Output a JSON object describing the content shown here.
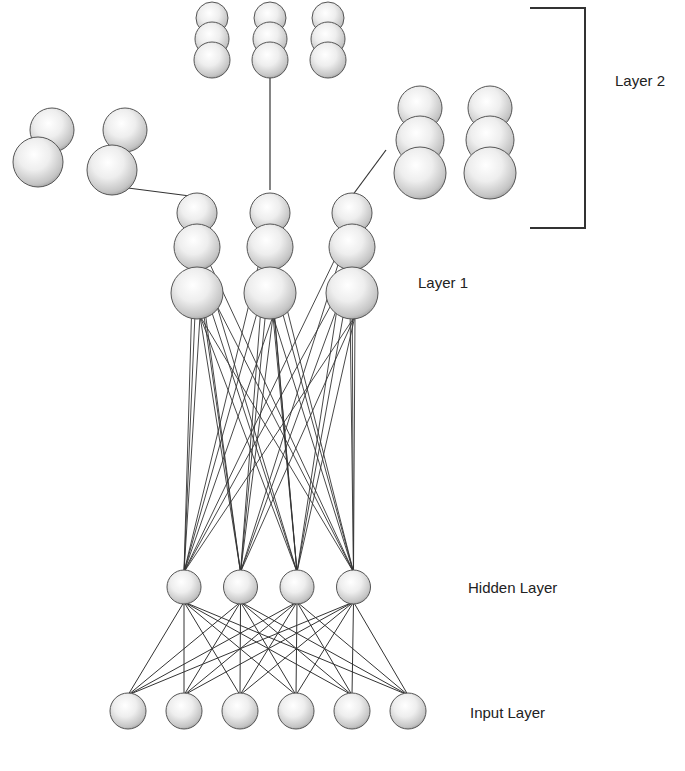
{
  "diagram": {
    "labels": [
      "Layer 2",
      "Layer 1",
      "Hidden Layer",
      "Input Layer"
    ]
  }
}
